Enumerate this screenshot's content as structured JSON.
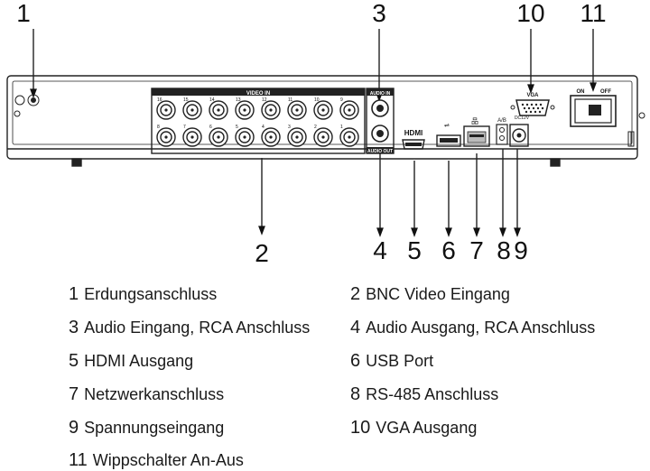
{
  "callouts": [
    "1",
    "2",
    "3",
    "4",
    "5",
    "6",
    "7",
    "8",
    "9",
    "10",
    "11"
  ],
  "panel_labels": {
    "video_in": "VIDEO IN",
    "audio_in": "AUDIO IN",
    "audio_out": "AUDIO OUT",
    "vga": "VGA",
    "on": "ON",
    "off": "OFF",
    "ab": "A/B",
    "dc": "DC12V",
    "hdmi": "HDMI"
  },
  "bnc_numbers_top": [
    "16",
    "15",
    "14",
    "13",
    "12",
    "11",
    "10",
    "9"
  ],
  "bnc_numbers_bottom": [
    "8",
    "7",
    "6",
    "5",
    "4",
    "3",
    "2",
    "1"
  ],
  "legend": [
    {
      "num": "1",
      "text": "Erdungsanschluss"
    },
    {
      "num": "2",
      "text": "BNC Video Eingang"
    },
    {
      "num": "3",
      "text": "Audio Eingang, RCA Anschluss"
    },
    {
      "num": "4",
      "text": "Audio Ausgang, RCA Anschluss"
    },
    {
      "num": "5",
      "text": "HDMI Ausgang"
    },
    {
      "num": "6",
      "text": "USB Port"
    },
    {
      "num": "7",
      "text": "Netzwerkanschluss"
    },
    {
      "num": "8",
      "text": "RS-485 Anschluss"
    },
    {
      "num": "9",
      "text": "Spannungseingang"
    },
    {
      "num": "10",
      "text": "VGA Ausgang"
    },
    {
      "num": "11",
      "text": "Wippschalter An-Aus"
    }
  ]
}
